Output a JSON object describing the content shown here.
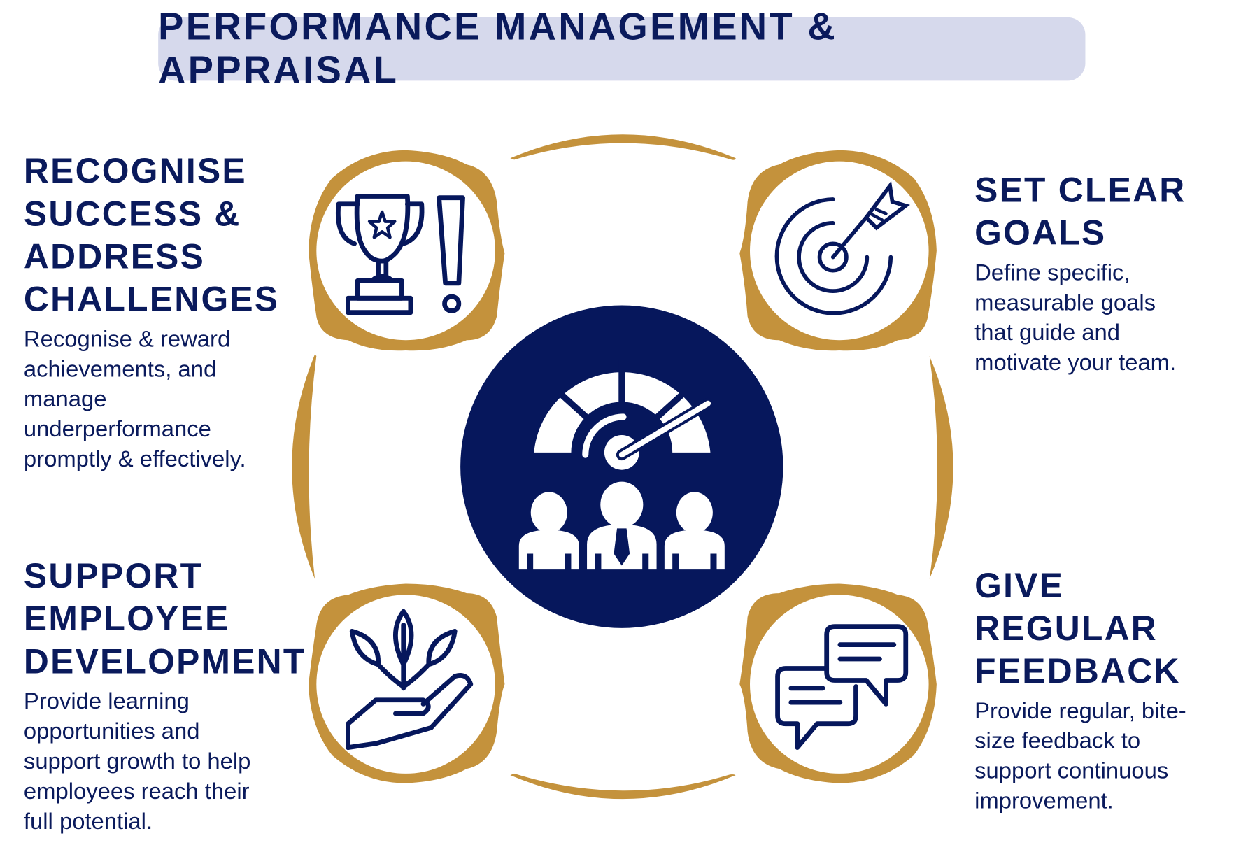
{
  "title": "PERFORMANCE MANAGEMENT & APPRAISAL",
  "colors": {
    "navy": "#06175c",
    "gold": "#c4923c",
    "title_bg": "#d6d9ec"
  },
  "center_icon": "performance-gauge-team-icon",
  "sections": [
    {
      "id": "recognise",
      "icon": "trophy-exclamation-icon",
      "heading_lines": [
        "RECOGNISE",
        "SUCCESS &",
        "ADDRESS",
        "CHALLENGES"
      ],
      "body_lines": [
        "Recognise & reward",
        "achievements, and",
        "manage",
        "underperformance",
        "promptly & effectively."
      ]
    },
    {
      "id": "goals",
      "icon": "target-arrow-icon",
      "heading_lines": [
        "SET CLEAR",
        "GOALS"
      ],
      "body_lines": [
        "Define specific,",
        "measurable goals",
        "that guide and",
        "motivate your team."
      ]
    },
    {
      "id": "development",
      "icon": "hand-plant-icon",
      "heading_lines": [
        "SUPPORT",
        "EMPLOYEE",
        "DEVELOPMENT"
      ],
      "body_lines": [
        "Provide learning",
        "opportunities and",
        "support growth to help",
        "employees reach their",
        "full potential."
      ]
    },
    {
      "id": "feedback",
      "icon": "speech-bubbles-icon",
      "heading_lines": [
        "GIVE",
        "REGULAR",
        "FEEDBACK"
      ],
      "body_lines": [
        "Provide regular, bite-",
        "size feedback to",
        "support continuous",
        "improvement."
      ]
    }
  ]
}
